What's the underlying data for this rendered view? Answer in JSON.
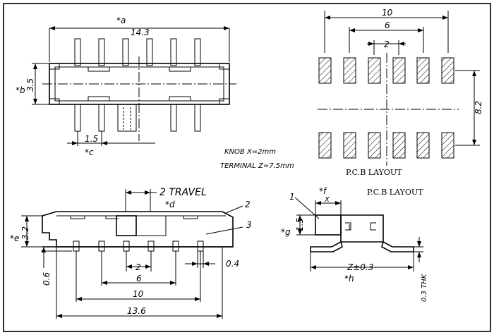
{
  "top_view": {
    "overall_length": "14.3",
    "overall_length_ref": "*a",
    "body_width": "3.5",
    "body_width_ref": "*b",
    "pitch": "1.5",
    "pitch_ref": "*c"
  },
  "notes": {
    "knob": "KNOB X=2mm",
    "terminal": "TERMINAL Z=7.5mm"
  },
  "pcb_layout": {
    "outer_span": "10",
    "inner_span": "6",
    "pad_pitch": "2",
    "row_distance": "8.2",
    "title": "P.C.B LAYOUT"
  },
  "front_view": {
    "travel": "2 TRAVEL",
    "travel_ref": "*d",
    "height": "3.2",
    "height_ref": "*e",
    "base": "0.6",
    "pin_width": "0.4",
    "span_2": "2",
    "span_6": "6",
    "span_10": "10",
    "overall": "13.6",
    "callouts": [
      "2",
      "3"
    ]
  },
  "side_view": {
    "title": "P.C.B LAYOUT",
    "knob_ref": "*f",
    "x_label": "X",
    "height": "1.5",
    "height_ref": "*g",
    "z_label": "Z±0.3",
    "z_ref": "*h",
    "thickness": "0.3 THK",
    "callout": "1"
  }
}
